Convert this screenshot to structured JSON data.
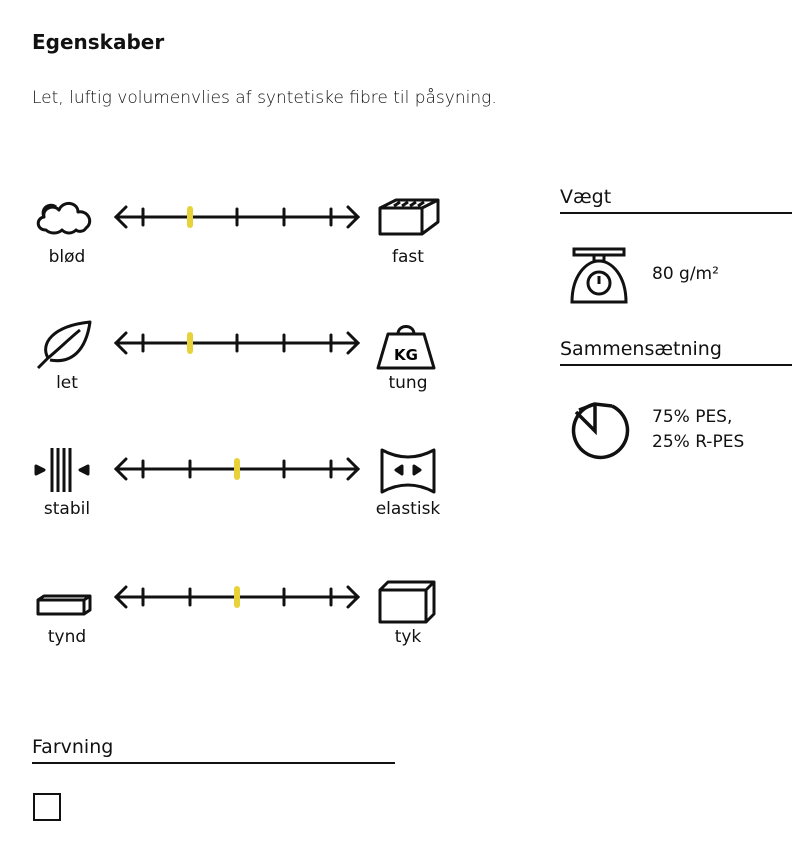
{
  "title": "Egenskaber",
  "description": "Let, luftig volumenvlies af syntetiske fibre til påsyning.",
  "scales": [
    {
      "left_label": "blød",
      "right_label": "fast",
      "left_icon": "cloud-icon",
      "right_icon": "brick-icon",
      "value": 2,
      "steps": 5
    },
    {
      "left_label": "let",
      "right_label": "tung",
      "left_icon": "feather-icon",
      "right_icon": "kg-weight-icon",
      "kg_text": "KG",
      "value": 2,
      "steps": 5
    },
    {
      "left_label": "stabil",
      "right_label": "elastisk",
      "left_icon": "stable-fibers-icon",
      "right_icon": "stretch-icon",
      "value": 3,
      "steps": 5
    },
    {
      "left_label": "tynd",
      "right_label": "tyk",
      "left_icon": "thin-slab-icon",
      "right_icon": "thick-box-icon",
      "value": 3,
      "steps": 5
    }
  ],
  "marker_color": "#e8d23a",
  "weight": {
    "heading": "Vægt",
    "value": "80 g/m²",
    "icon": "scale-icon"
  },
  "composition": {
    "heading": "Sammensætning",
    "line1": "75% PES,",
    "line2": "25% R-PES",
    "icon": "pie-icon"
  },
  "coloring": {
    "heading": "Farvning",
    "checked": false
  }
}
